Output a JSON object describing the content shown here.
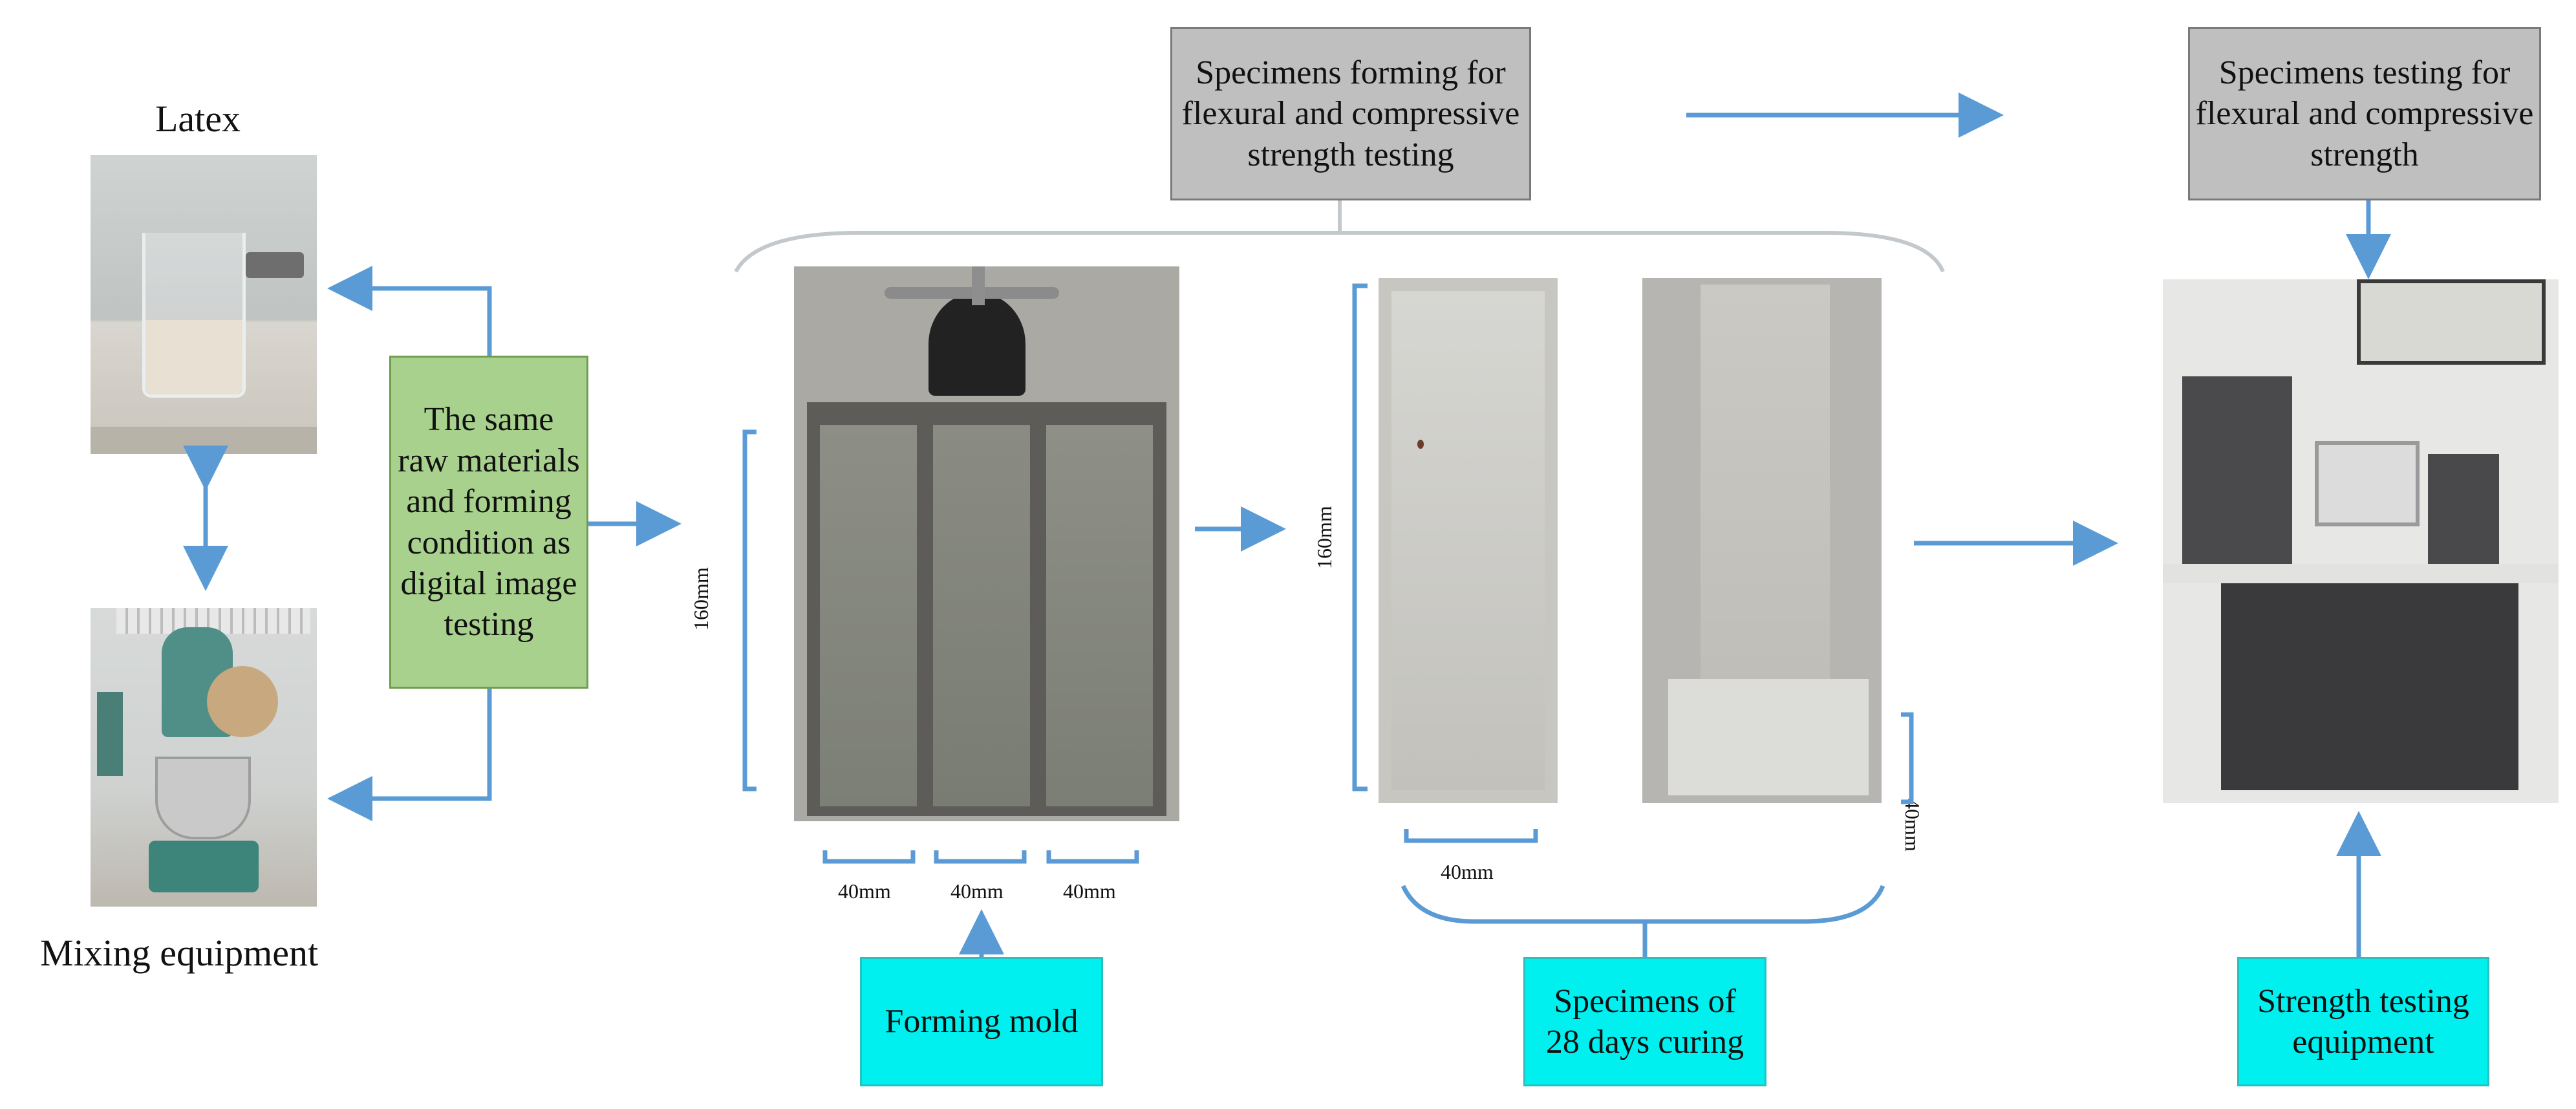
{
  "materials": {
    "latex_label": "Latex",
    "mixing_label": "Mixing equipment"
  },
  "process": {
    "same_conditions": "The same\nraw materials\nand forming\ncondition as\ndigital image\ntesting",
    "forming_specimens": "Specimens forming for\nflexural and compressive\nstrength testing",
    "testing_specimens": "Specimens testing  for\nflexural and compressive\nstrength",
    "forming_mold": "Forming mold",
    "specimens_curing": "Specimens  of\n28 days curing",
    "strength_equipment": "Strength testing\nequipment"
  },
  "dimensions": {
    "mold_height": "160mm",
    "mold_widths": [
      "40mm",
      "40mm",
      "40mm"
    ],
    "specimen_height": "160mm",
    "specimen_width": "40mm",
    "specimen_depth": "40mm"
  },
  "colors": {
    "arrow": "#5b9bd5",
    "gray_box": "#bfbfbf",
    "green_box": "#a9d18e",
    "cyan_box": "#00f0f0"
  }
}
